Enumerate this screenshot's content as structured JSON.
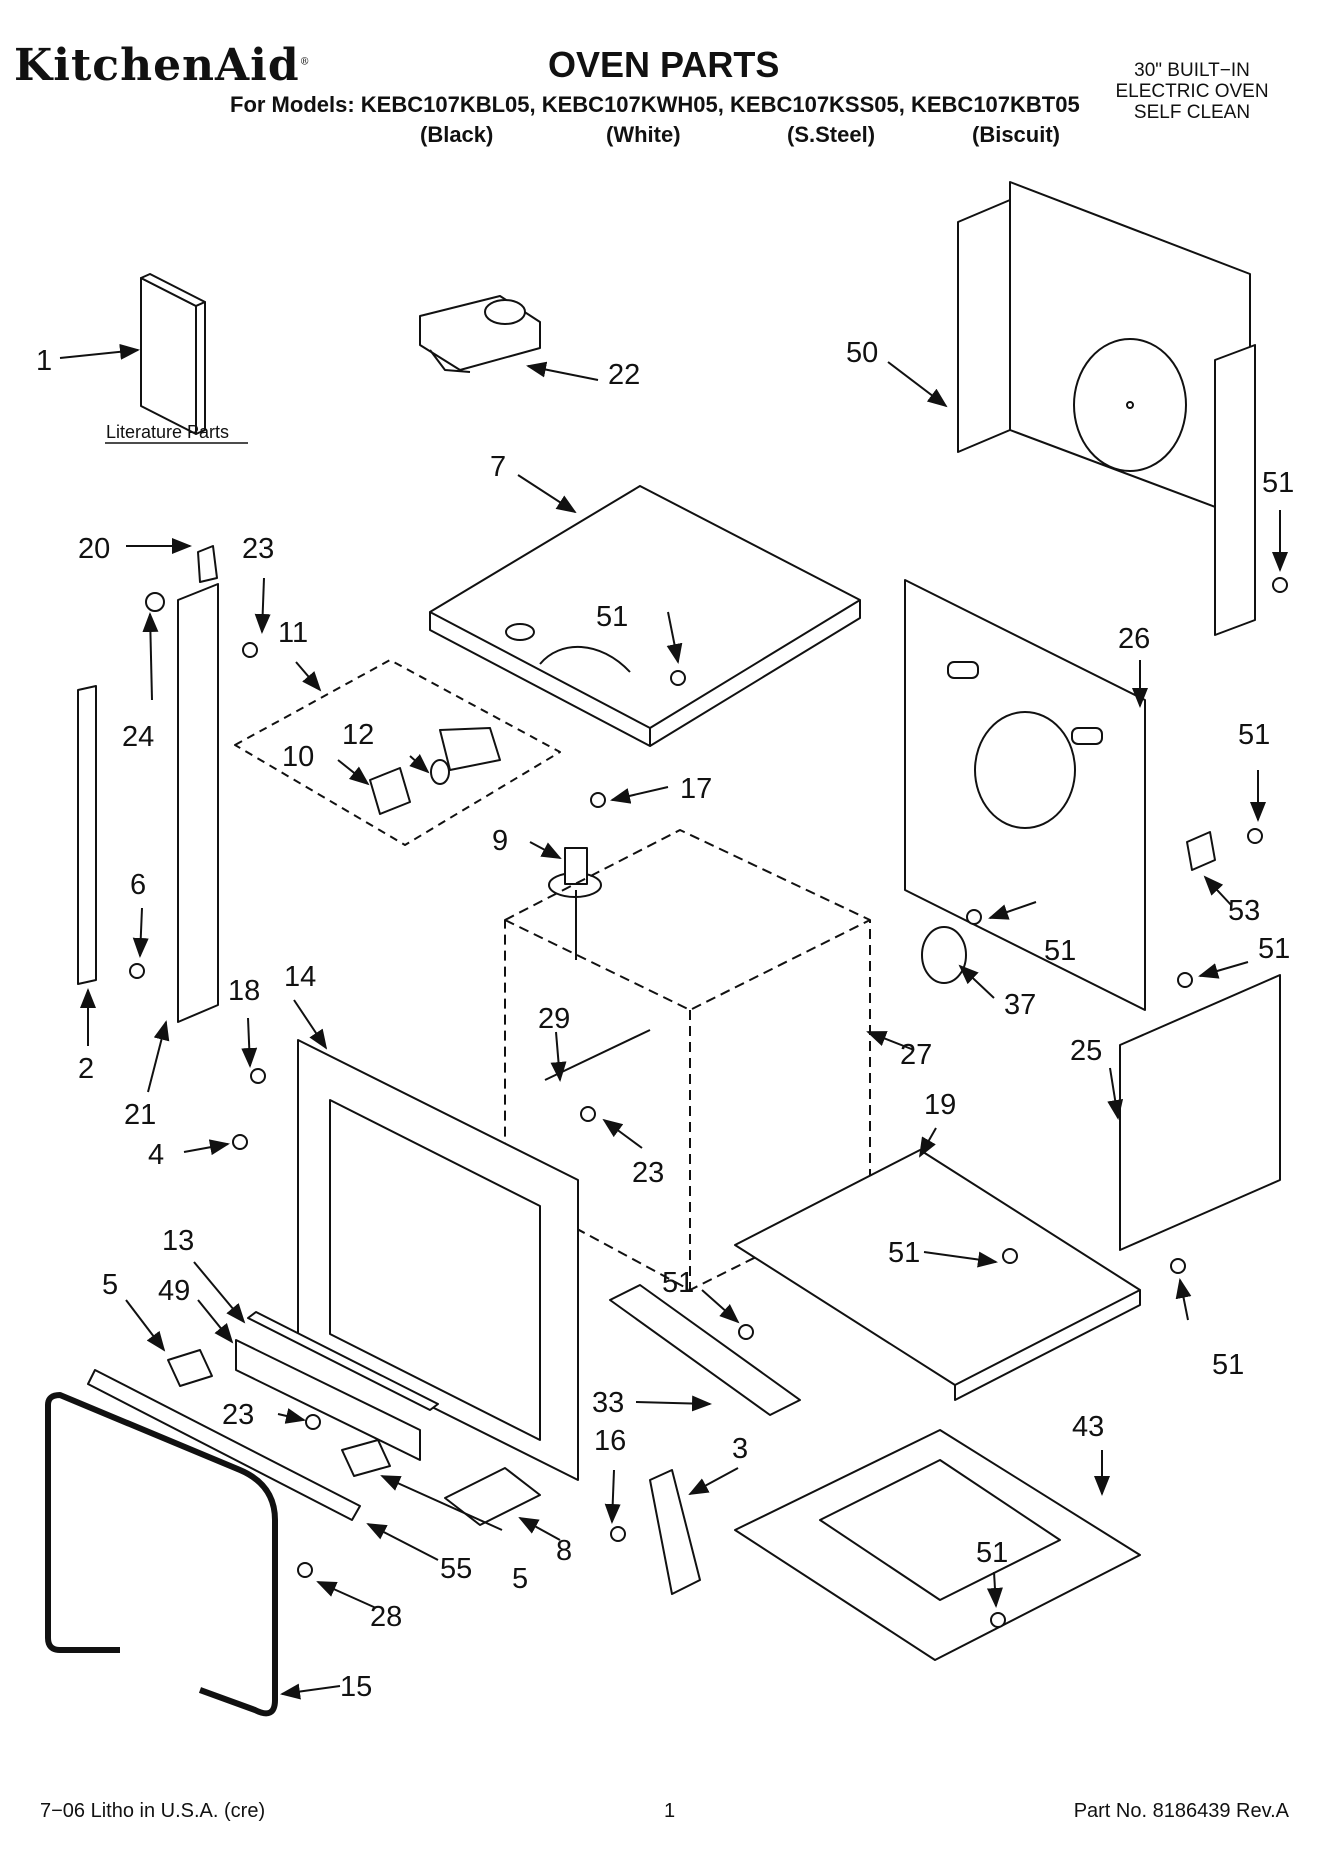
{
  "header": {
    "brand": "KitchenAid",
    "title": "OVEN PARTS",
    "models_line": "For Models: KEBC107KBL05, KEBC107KWH05, KEBC107KSS05, KEBC107KBT05",
    "finishes": [
      "(Black)",
      "(White)",
      "(S.Steel)",
      "(Biscuit)"
    ],
    "product_lines": [
      "30\" BUILT−IN",
      "ELECTRIC OVEN",
      "SELF CLEAN"
    ]
  },
  "diagram": {
    "literature_caption": "Literature Parts",
    "callouts": [
      "1",
      "22",
      "50",
      "51",
      "7",
      "20",
      "23",
      "11",
      "24",
      "12",
      "10",
      "51",
      "26",
      "51",
      "17",
      "9",
      "6",
      "53",
      "51",
      "51",
      "37",
      "14",
      "18",
      "29",
      "27",
      "2",
      "25",
      "21",
      "19",
      "4",
      "23",
      "13",
      "5",
      "49",
      "51",
      "51",
      "23",
      "33",
      "16",
      "3",
      "43",
      "55",
      "5",
      "8",
      "51",
      "28",
      "15",
      "51"
    ]
  },
  "footer": {
    "litho": "7−06 Litho in U.S.A. (cre)",
    "page": "1",
    "part_no": "Part No. 8186439 Rev.A"
  }
}
